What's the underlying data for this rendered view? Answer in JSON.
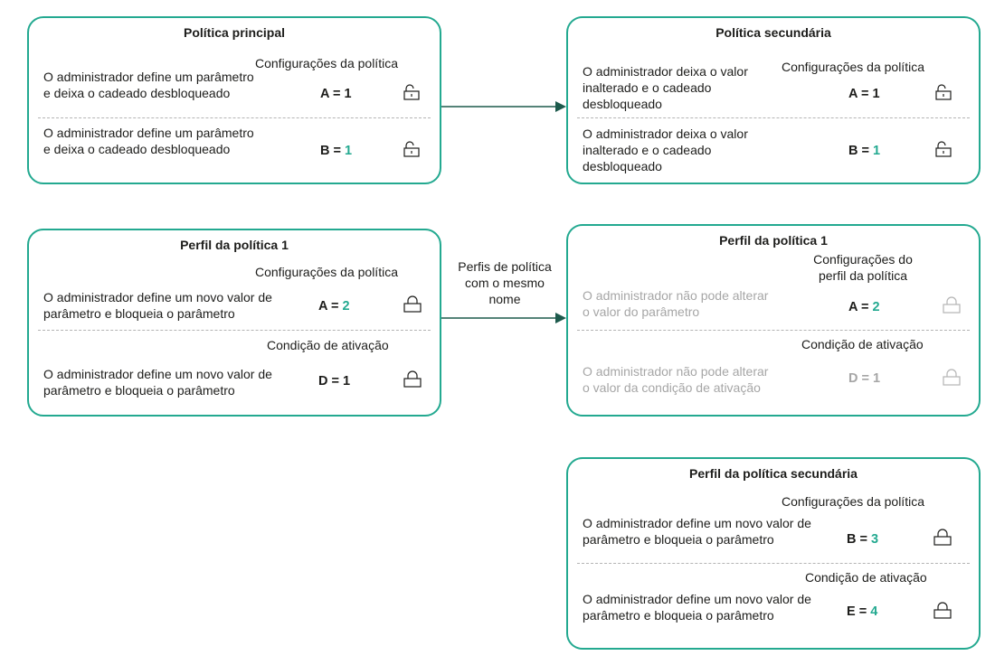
{
  "colors": {
    "accent": "#23a990",
    "muted_text": "#a6a6a6",
    "text": "#1d1d1b"
  },
  "icons": {
    "unlocked": "lock-open-icon",
    "locked": "lock-closed-icon"
  },
  "main_policy": {
    "title": "Política principal",
    "section_header": "Configurações da política",
    "row1": {
      "desc1": "O administrador define um parâmetro",
      "desc2": "e deixa o cadeado desbloqueado",
      "param": "A",
      "eq": " = ",
      "value": "1"
    },
    "row2": {
      "desc1": "O administrador define um parâmetro",
      "desc2": "e deixa o cadeado desbloqueado",
      "param": "B",
      "eq": " = ",
      "value": "1"
    }
  },
  "secondary_policy": {
    "title": "Política secundária",
    "section_header": "Configurações da política",
    "row1": {
      "desc1": "O administrador deixa o valor",
      "desc2": "inalterado e o cadeado",
      "desc3": "desbloqueado",
      "param": "A",
      "eq": " = ",
      "value": "1"
    },
    "row2": {
      "desc1": "O administrador deixa o valor",
      "desc2": "inalterado e o cadeado",
      "desc3": "desbloqueado",
      "param": "B",
      "eq": " = ",
      "value": "1"
    }
  },
  "profile_main": {
    "title": "Perfil da política 1",
    "section1_header": "Configurações da política",
    "row1": {
      "desc1": "O administrador define um novo valor de",
      "desc2": "parâmetro e bloqueia o parâmetro",
      "param": "A",
      "eq": " = ",
      "value": "2"
    },
    "section2_header": "Condição de ativação",
    "row2": {
      "desc1": "O administrador define um novo valor de",
      "desc2": "parâmetro e bloqueia o parâmetro",
      "param": "D",
      "eq": " = ",
      "value": "1"
    }
  },
  "profile_secondary": {
    "title": "Perfil da política 1",
    "section1_header_line1": "Configurações do",
    "section1_header_line2": "perfil da política",
    "row1": {
      "desc1": "O administrador não pode alterar",
      "desc2": "o valor do parâmetro",
      "param": "A",
      "eq": " = ",
      "value": "2"
    },
    "section2_header": "Condição de ativação",
    "row2": {
      "desc1": "O administrador não pode alterar",
      "desc2": "o valor da condição de ativação",
      "param": "D",
      "eq": " = ",
      "value": "1"
    }
  },
  "secondary_profile": {
    "title": "Perfil da política secundária",
    "section1_header": "Configurações da política",
    "row1": {
      "desc1": "O administrador define um novo valor de",
      "desc2": "parâmetro e bloqueia o parâmetro",
      "param": "B",
      "eq": " = ",
      "value": "3"
    },
    "section2_header": "Condição de ativação",
    "row2": {
      "desc1": "O administrador define um novo valor de",
      "desc2": "parâmetro e bloqueia o parâmetro",
      "param": "E",
      "eq": " = ",
      "value": "4"
    }
  },
  "arrow_label": {
    "line1": "Perfis de política",
    "line2": "com o mesmo",
    "line3": "nome"
  }
}
